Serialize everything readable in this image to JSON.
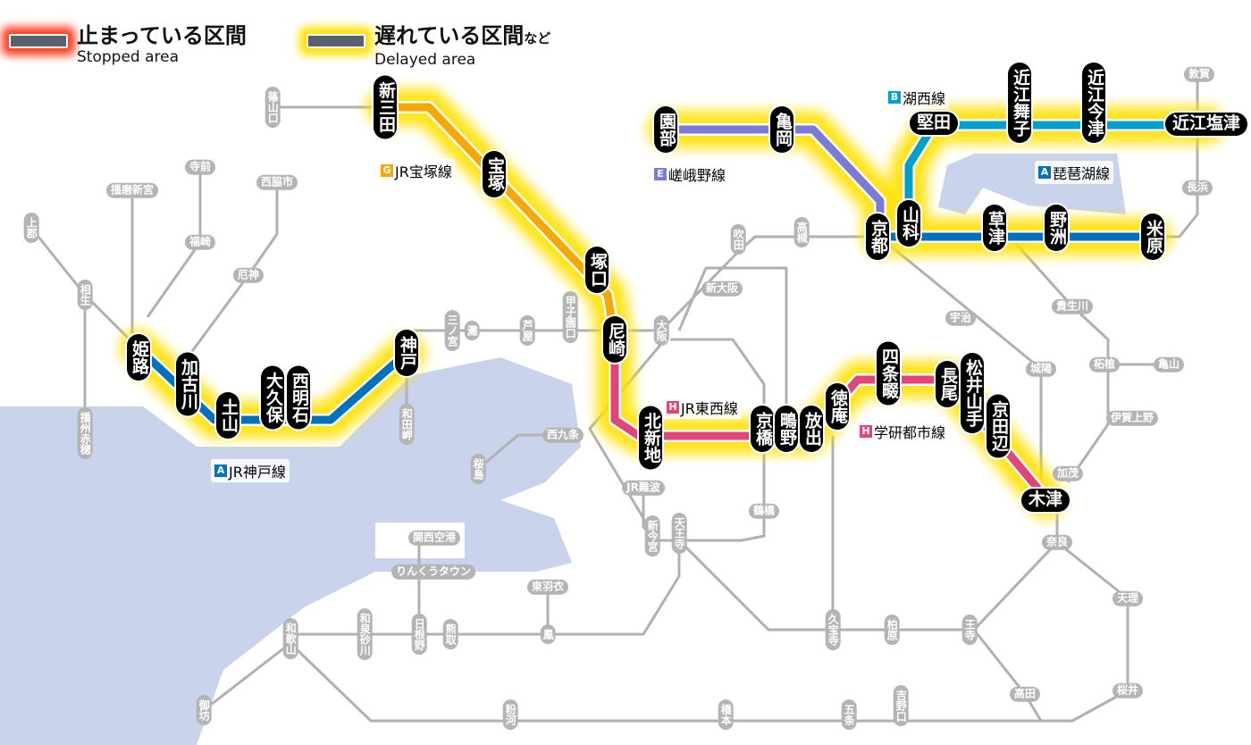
{
  "legend": {
    "stopped": {
      "jp": "止まっている区間",
      "en": "Stopped area",
      "color": "#ff2a00"
    },
    "delayed": {
      "jp": "遅れている区間",
      "jp_suffix": "など",
      "en": "Delayed area",
      "color": "#ffe100"
    }
  },
  "lines": [
    {
      "badge": "G",
      "name": "JR宝塚線",
      "color": "#f5a800"
    },
    {
      "badge": "E",
      "name": "嵯峨野線",
      "color": "#7b7bd6"
    },
    {
      "badge": "B",
      "name": "湖西線",
      "color": "#00a0c8"
    },
    {
      "badge": "A",
      "name": "琵琶湖線",
      "color": "#0072bc"
    },
    {
      "badge": "A",
      "name": "JR神戸線",
      "color": "#0072bc"
    },
    {
      "badge": "H",
      "name": "JR東西線",
      "color": "#e2457a"
    },
    {
      "badge": "H",
      "name": "学研都市線",
      "color": "#e2457a"
    }
  ],
  "active_stations": [
    "新三田",
    "宝塚",
    "塚口",
    "尼崎",
    "姫路",
    "加古川",
    "土山",
    "大久保",
    "西明石",
    "神戸",
    "北新地",
    "京橋",
    "鴫野",
    "放出",
    "徳庵",
    "四条畷",
    "長尾",
    "松井山手",
    "京田辺",
    "木津",
    "園部",
    "亀岡",
    "京都",
    "山科",
    "堅田",
    "近江舞子",
    "近江今津",
    "近江塩津",
    "草津",
    "野洲",
    "米原"
  ],
  "other_stations": [
    "篠山口",
    "寺前",
    "播磨新宮",
    "西脇市",
    "上郡",
    "福崎",
    "相生",
    "厄神",
    "播州赤穂",
    "三ノ宮",
    "灘",
    "芦屋",
    "甲子園口",
    "大阪",
    "新大阪",
    "吹田",
    "高槻",
    "和田岬",
    "西九条",
    "桜島",
    "JR難波",
    "新今宮",
    "天王寺",
    "鶴橋",
    "関西空港",
    "りんくうタウン",
    "東羽衣",
    "鳳",
    "和歌山",
    "和泉砂川",
    "日根野",
    "熊取",
    "御坊",
    "粉河",
    "橋本",
    "五条",
    "吉野口",
    "久宝寺",
    "柏原",
    "王寺",
    "高田",
    "宇治",
    "城陽",
    "奈良",
    "天理",
    "桜井",
    "加茂",
    "伊賀上野",
    "柘植",
    "亀山",
    "貴生川",
    "長浜",
    "敦賀"
  ]
}
